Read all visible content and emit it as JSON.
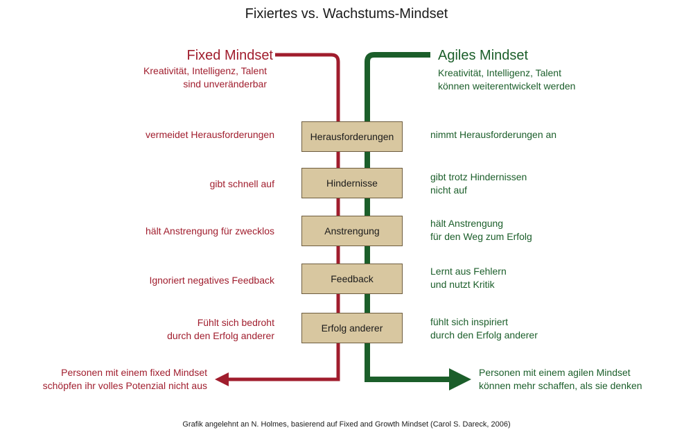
{
  "title": "Fixiertes vs. Wachstums-Mindset",
  "colors": {
    "fixed": "#a01d2d",
    "agile": "#1b5e2a",
    "box_fill": "#d8c7a0",
    "box_border": "#6d5c3e"
  },
  "fixed": {
    "heading": "Fixed Mindset",
    "subheading": "Kreativität, Intelligenz, Talent\nsind unveränderbar",
    "conclusion": "Personen mit einem fixed Mindset\nschöpfen ihr volles Potenzial nicht aus"
  },
  "agile": {
    "heading": "Agiles Mindset",
    "subheading": "Kreativität, Intelligenz, Talent\nkönnen weiterentwickelt werden",
    "conclusion": "Personen mit einem agilen Mindset\nkönnen mehr schaffen, als sie denken"
  },
  "rows": [
    {
      "label": "Herausforderungen",
      "fixed": "vermeidet Herausforderungen",
      "agile": "nimmt Herausforderungen an"
    },
    {
      "label": "Hindernisse",
      "fixed": "gibt schnell auf",
      "agile": "gibt trotz Hindernissen\nnicht auf"
    },
    {
      "label": "Anstrengung",
      "fixed": "hält Anstrengung für zwecklos",
      "agile": "hält Anstrengung\nfür den Weg zum Erfolg"
    },
    {
      "label": "Feedback",
      "fixed": "Ignoriert negatives Feedback",
      "agile": "Lernt aus Fehlern\nund nutzt Kritik"
    },
    {
      "label": "Erfolg anderer",
      "fixed": "Fühlt sich  bedroht\ndurch den Erfolg anderer",
      "agile": "fühlt sich inspiriert\ndurch den Erfolg anderer"
    }
  ],
  "footer": "Grafik angelehnt an N. Holmes, basierend auf Fixed and Growth Mindset (Carol S. Dareck, 2006)"
}
